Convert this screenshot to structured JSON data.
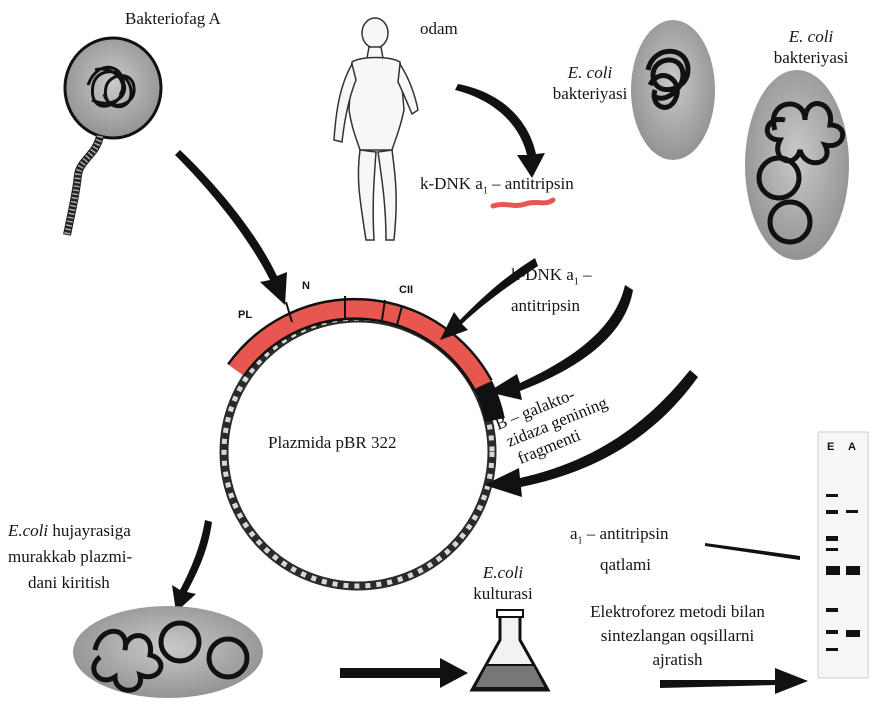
{
  "labels": {
    "phage": "Bakteriofag A",
    "human": "odam",
    "ecoli_top_italic": "E. coli",
    "ecoli_top_word": "bakteriyasi",
    "ecoli_right_italic": "E. coli",
    "ecoli_right_word": "bakteriyasi",
    "cdna_top_a": "k-DNK a",
    "cdna_top_b": " – antitripsin",
    "cdna_right_a": "k-DNK a",
    "cdna_right_b": " –",
    "cdna_right_c": "antitripsin",
    "subscript_1": "1",
    "gene_PL": "PL",
    "gene_N": "N",
    "gene_CII": "CII",
    "plasmid": "Plazmida pBR 322",
    "galacto_1": "B – galakto-",
    "galacto_2": "zidaza genining",
    "galacto_3": "fragmenti",
    "insert_1_italic": "E.coli",
    "insert_1_rest": " hujayrasiga",
    "insert_2": "murakkab plazmi-",
    "insert_3": "dani kiritish",
    "culture_italic": "E.coli",
    "culture_word": "kulturasi",
    "layer_a": "a",
    "layer_b": " – antitripsin",
    "layer_c": "qatlami",
    "electro_1": "Elektroforez metodi bilan",
    "electro_2": "sintezlangan oqsillarni",
    "electro_3": "ajratish",
    "gel_lane_left": "E",
    "gel_lane_right": "A"
  },
  "colors": {
    "red_segment": "#e8574f",
    "dna_strand": "#2a2a2a",
    "bacteria_fill": "#b9b9b9",
    "arrow": "#111111"
  }
}
